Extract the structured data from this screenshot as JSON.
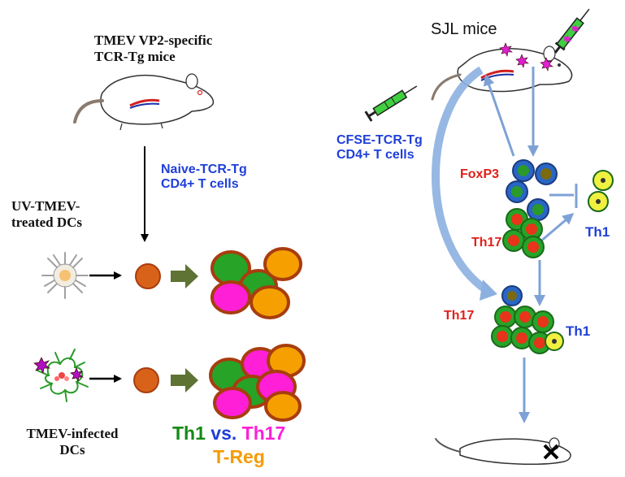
{
  "left_panel": {
    "source_mice": {
      "line1": "TMEV VP2-specific",
      "line2": "TCR-Tg mice"
    },
    "naive_cells": {
      "line1": "Naive-TCR-Tg",
      "line2": "CD4+ T cells"
    },
    "uv_dcs": {
      "line1": "UV-TMEV-",
      "line2": "treated DCs"
    },
    "infected_dcs": {
      "line1": "TMEV-infected",
      "line2": "DCs"
    },
    "outcome": {
      "th1": "Th1",
      "vs": "vs.",
      "th17": "Th17",
      "treg": "T-Reg"
    }
  },
  "right_panel": {
    "recipient_mice": "SJL mice",
    "transfer_cells": {
      "line1": "CFSE-TCR-Tg",
      "line2": "CD4+ T cells"
    },
    "foxp3": "FoxP3",
    "th17_upper": "Th17",
    "th1_upper": "Th1",
    "th17_lower": "Th17",
    "th1_lower": "Th1"
  },
  "colors": {
    "blue_label": "#1f3fd8",
    "red_label": "#e0201a",
    "th1_green": "#148a14",
    "th17_magenta": "#ff1fd6",
    "treg_orange": "#f59b00",
    "arrow_blue": "#7ea2d6",
    "olive_arrow": "#5e7334",
    "cell_rim": "#b23a10",
    "syringe_green": "#3fcf3f"
  }
}
